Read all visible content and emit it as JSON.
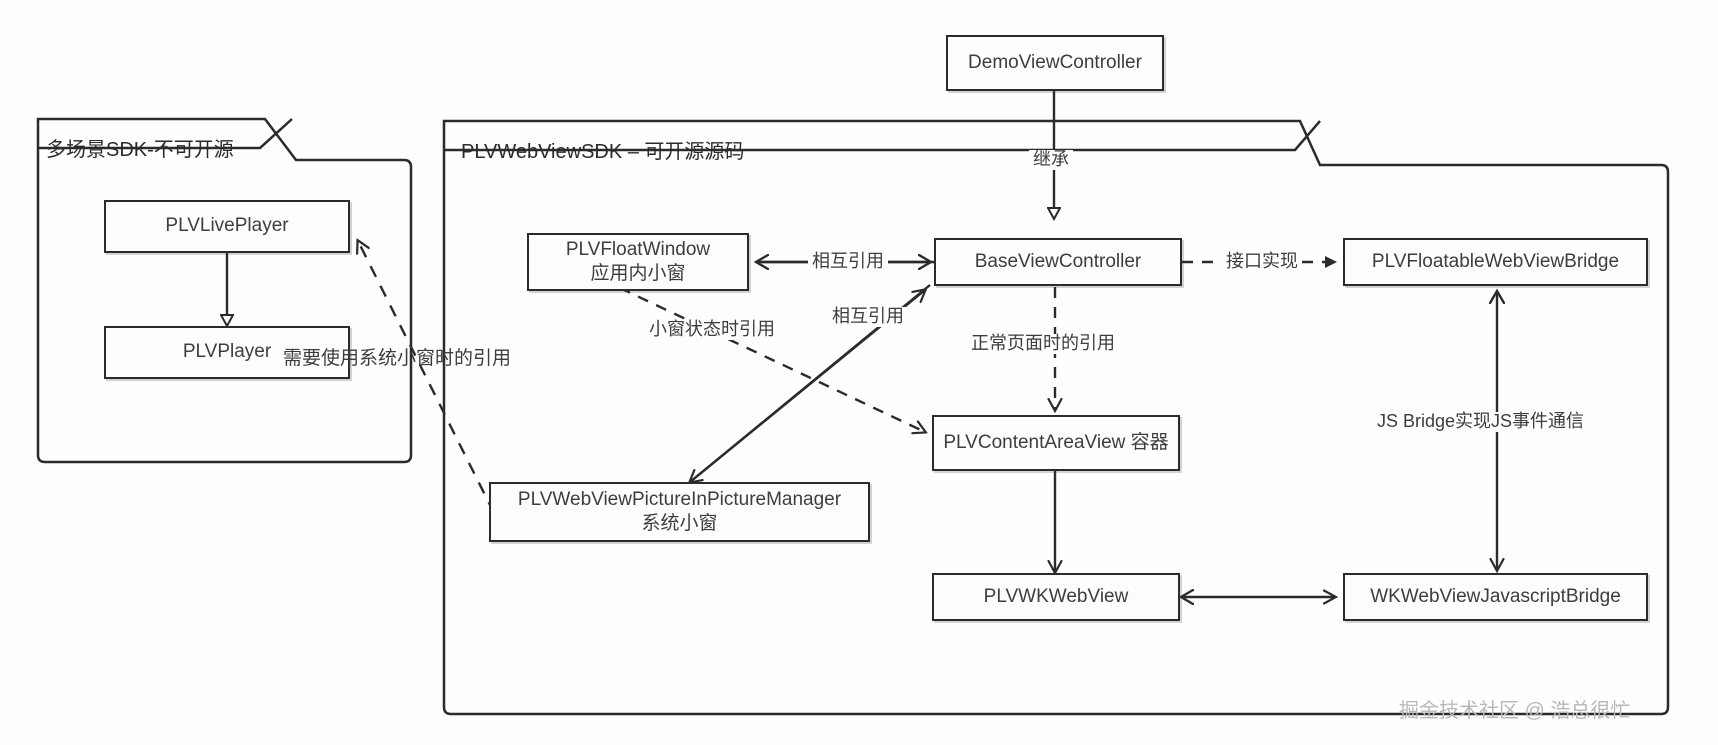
{
  "diagram": {
    "title_watermark": "掘金技术社区 @ 浩总很忙",
    "packages": [
      {
        "id": "pkg-left",
        "label": "多场景SDK-不可开源"
      },
      {
        "id": "pkg-right",
        "label": "PLVWebViewSDK – 可开源源码"
      }
    ],
    "nodes": [
      {
        "id": "demo-view-controller",
        "label": "DemoViewController"
      },
      {
        "id": "plv-live-player",
        "label": "PLVLivePlayer"
      },
      {
        "id": "plv-player",
        "label": "PLVPlayer"
      },
      {
        "id": "plv-float-window",
        "label_line1": "PLVFloatWindow",
        "label_line2": "应用内小窗"
      },
      {
        "id": "base-view-controller",
        "label": "BaseViewController"
      },
      {
        "id": "plv-floatable-webview-bridge",
        "label": "PLVFloatableWebViewBridge"
      },
      {
        "id": "plv-content-area-view",
        "label": "PLVContentAreaView 容器"
      },
      {
        "id": "plv-webview-pip-manager",
        "label_line1": "PLVWebViewPictureInPictureManager",
        "label_line2": "系统小窗"
      },
      {
        "id": "plv-wk-webview",
        "label": "PLVWKWebView"
      },
      {
        "id": "wk-webview-javascript-bridge",
        "label": "WKWebViewJavascriptBridge"
      }
    ],
    "edge_labels": [
      {
        "id": "inherit",
        "text": "继承"
      },
      {
        "id": "mutual-ref-float",
        "text": "相互引用"
      },
      {
        "id": "mutual-ref-pip",
        "text": "相互引用"
      },
      {
        "id": "interface-impl",
        "text": "接口实现"
      },
      {
        "id": "normal-page-ref",
        "text": "正常页面时的引用"
      },
      {
        "id": "float-state-ref",
        "text": "小窗状态时引用"
      },
      {
        "id": "js-bridge",
        "text": "JS Bridge实现JS事件通信"
      },
      {
        "id": "system-float-ref",
        "text": "需要使用系统小窗时的引用"
      }
    ],
    "colors": {
      "stroke": "#2b2b2b",
      "text": "#3d3d3d",
      "background": "#fefefe",
      "watermark": "#b9b9b9"
    }
  }
}
